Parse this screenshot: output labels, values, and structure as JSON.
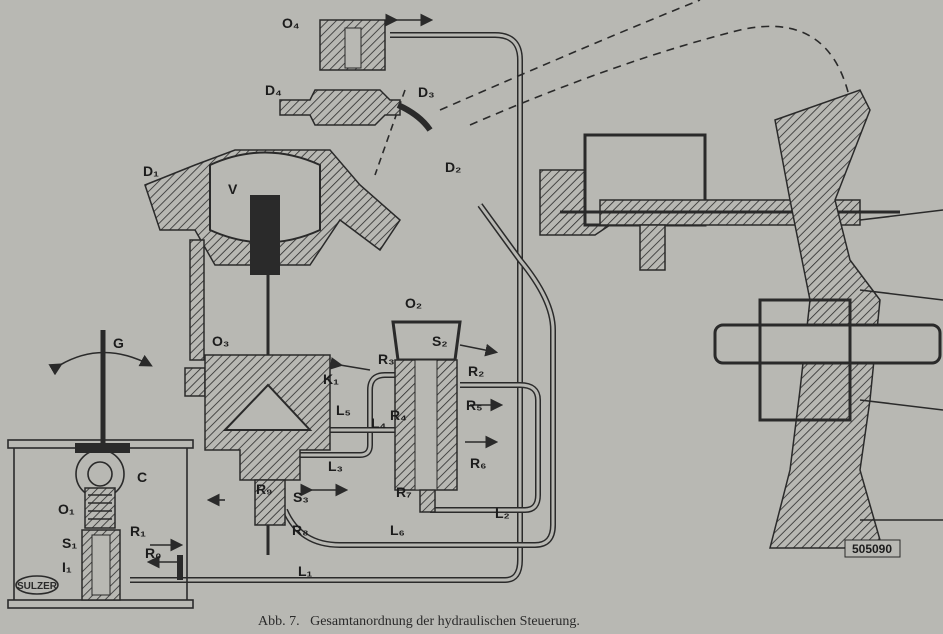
{
  "figure": {
    "caption": "Abb. 7.   Gesamtanordnung der hydraulischen Steuerung.",
    "logo": "SULZER",
    "reference_number": "505090"
  },
  "labels": {
    "O4": "O₄",
    "D4": "D₄",
    "D3": "D₃",
    "D1": "D₁",
    "V": "V",
    "D2": "D₂",
    "O2": "O₂",
    "S2": "S₂",
    "R3": "R₃",
    "R2": "R₂",
    "K1": "K₁",
    "O3": "O₃",
    "G": "G",
    "C": "C",
    "O1": "O₁",
    "R1": "R₁",
    "S1": "S₁",
    "R0": "R₀",
    "I1": "I₁",
    "L5": "L₅",
    "L4": "L₄",
    "R4": "R₄",
    "R5": "R₅",
    "R6": "R₆",
    "L3": "L₃",
    "R9": "R₉",
    "S3": "S₃",
    "R8": "R₈",
    "R7": "R₇",
    "L2": "L₂",
    "L6": "L₆",
    "L1": "L₁"
  }
}
